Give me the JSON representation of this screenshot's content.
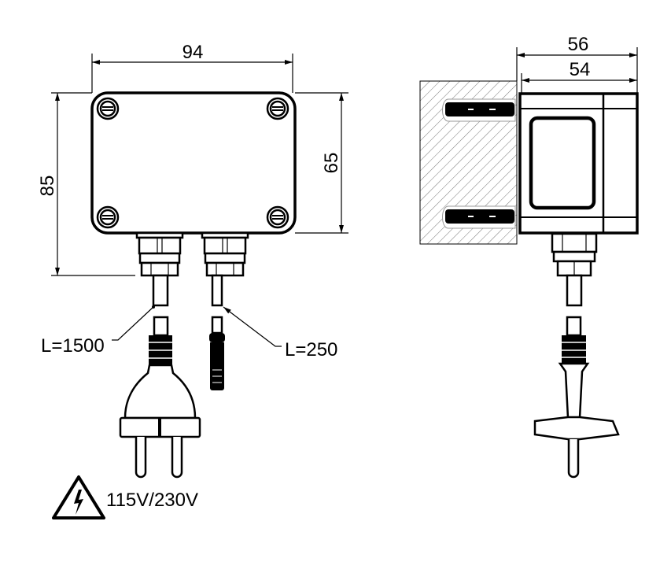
{
  "front_view": {
    "dim_width": "94",
    "dim_total_height": "85",
    "dim_box_height": "65",
    "cable_long_label": "L=1500",
    "cable_short_label": "L=250"
  },
  "side_view": {
    "dim_total_depth": "56",
    "dim_box_depth": "54"
  },
  "warning": {
    "icon": "high-voltage-warning-icon",
    "voltage_label": "115V/230V"
  }
}
